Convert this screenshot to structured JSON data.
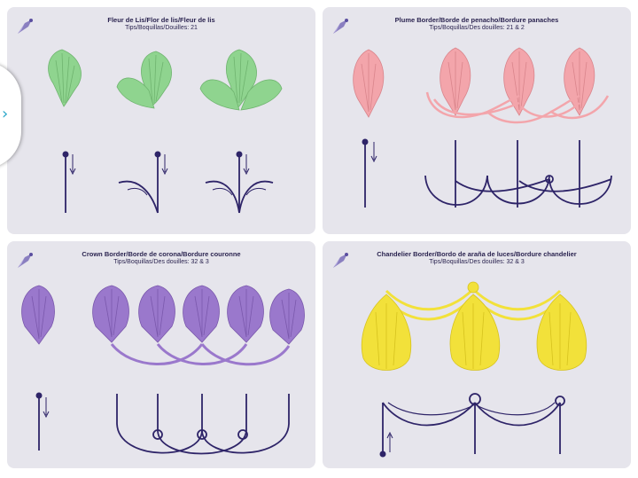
{
  "panels": [
    {
      "title": "Fleur de Lis/Flor de lis/Fleur de lis",
      "tips": "Tips/Boquillas/Douilles: 21"
    },
    {
      "title": "Plume Border/Borde de penacho/Bordure panaches",
      "tips": "Tips/Boquillas/Des douilles: 21 & 2"
    },
    {
      "title": "Crown Border/Borde de corona/Bordure couronne",
      "tips": "Tips/Boquillas/Des douilles: 32 & 3"
    },
    {
      "title": "Chandelier Border/Bordo de araña de luces/Bordure chandelier",
      "tips": "Tips/Boquillas/Des douilles: 32 & 3"
    }
  ],
  "colors": {
    "green": "#8fd48f",
    "pink": "#f3a5ab",
    "purple": "#9a78cc",
    "yellow": "#f2e13a",
    "diagram": "#2e2468",
    "panel": "#e6e5ec"
  },
  "icons": {
    "nav": "chevron-right-icon",
    "bag": "piping-bag-icon"
  }
}
